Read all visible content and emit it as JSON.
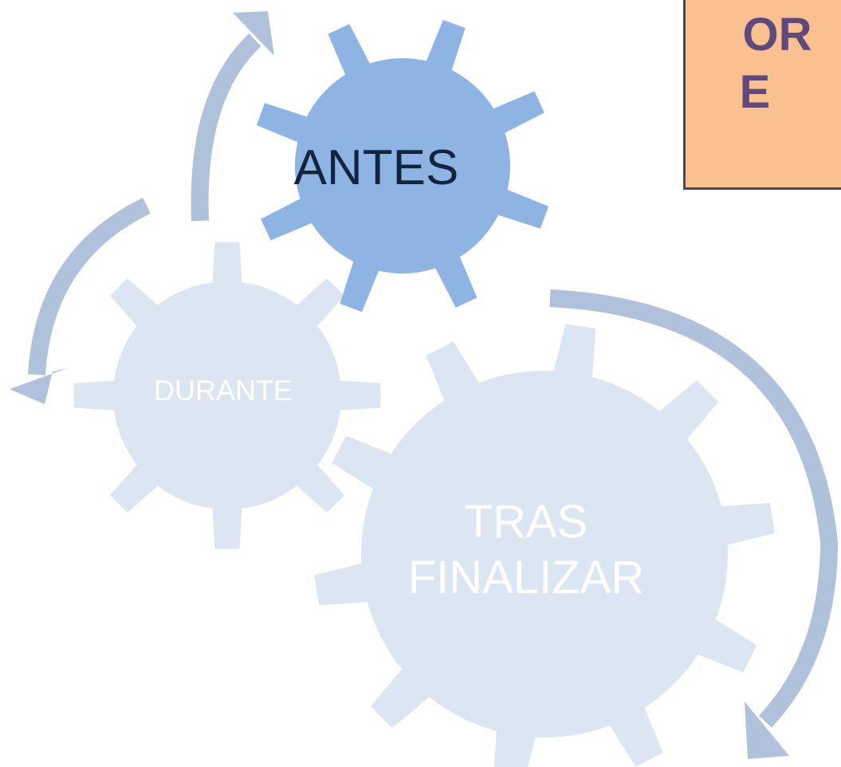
{
  "colors": {
    "antes_gear": "#8eb4e3",
    "inactive_gear": "#dce6f2",
    "arrow": "#b0c1dc",
    "antes_text": "#10253f",
    "inactive_text": "#ffffff",
    "title_box_fill": "#fac090",
    "title_box_border": "#3a4f66",
    "title_text": "#604a7b"
  },
  "gears": {
    "antes": {
      "label": "ANTES"
    },
    "durante": {
      "label": "DURANTE"
    },
    "tras": {
      "line1": "TRAS",
      "line2": "FINALIZAR"
    }
  },
  "title_box": {
    "line1": "OR",
    "line2": "E"
  }
}
